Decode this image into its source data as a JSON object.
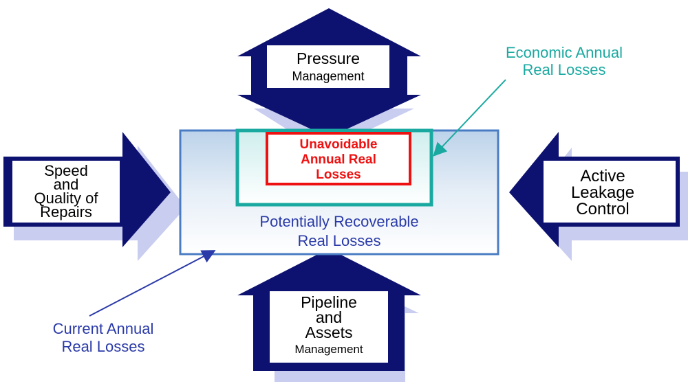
{
  "diagram": {
    "top_arrow": {
      "line1": "Pressure",
      "line2": "Management"
    },
    "left_arrow": {
      "line1": "Speed",
      "line2": "and",
      "line3": "Quality of",
      "line4": "Repairs"
    },
    "right_arrow": {
      "line1": "Active",
      "line2": "Leakage",
      "line3": "Control"
    },
    "bottom_arrow": {
      "line1": "Pipeline",
      "line2": "and",
      "line3": "Assets",
      "line4": "Management"
    },
    "center_box": {
      "line1": "Potentially Recoverable",
      "line2": "Real Losses"
    },
    "inner_box": {
      "line1": "Unavoidable",
      "line2": "Annual Real",
      "line3": "Losses"
    },
    "callout_economic": {
      "line1": "Economic Annual",
      "line2": "Real Losses"
    },
    "callout_current": {
      "line1": "Current Annual",
      "line2": "Real Losses"
    }
  },
  "colors": {
    "arrow_fill": "#0d1170",
    "arrow_shadow": "#c9cdf0",
    "center_box_border": "#4a7cc4",
    "teal": "#1aa9a0",
    "red": "#ee1111",
    "text_blue": "#2a3aa8",
    "label_box_fill": "#ffffff"
  }
}
